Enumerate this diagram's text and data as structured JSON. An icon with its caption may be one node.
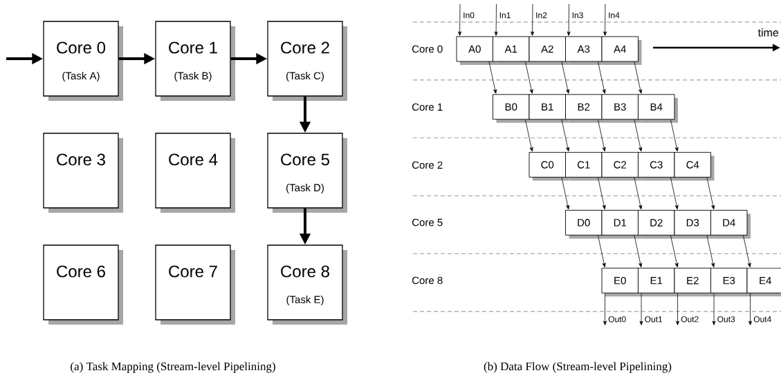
{
  "diagram": {
    "nodes": [
      {
        "text": [
          "Core 0",
          "(Task A)"
        ]
      },
      {
        "text": [
          "Core 1",
          "(Task B)"
        ]
      },
      {
        "text": [
          "Core 2",
          "(Task C)"
        ]
      },
      {
        "text": [
          "Core 3"
        ]
      },
      {
        "text": [
          "Core 4"
        ]
      },
      {
        "text": [
          "Core 5",
          "(Task D)"
        ]
      },
      {
        "text": [
          "Core 6"
        ]
      },
      {
        "text": [
          "Core 7"
        ]
      },
      {
        "text": [
          "Core 8",
          "(Task E)"
        ]
      },
      {
        "text": [
          "A0"
        ]
      },
      {
        "text": [
          "A1"
        ]
      },
      {
        "text": [
          "A2"
        ]
      },
      {
        "text": [
          "A3"
        ]
      },
      {
        "text": [
          "A4"
        ]
      },
      {
        "text": [
          "B0"
        ]
      },
      {
        "text": [
          "B1"
        ]
      },
      {
        "text": [
          "B2"
        ]
      },
      {
        "text": [
          "B3"
        ]
      },
      {
        "text": [
          "B4"
        ]
      },
      {
        "text": [
          "C0"
        ]
      },
      {
        "text": [
          "C1"
        ]
      },
      {
        "text": [
          "C2"
        ]
      },
      {
        "text": [
          "C3"
        ]
      },
      {
        "text": [
          "C4"
        ]
      },
      {
        "text": [
          "D0"
        ]
      },
      {
        "text": [
          "D1"
        ]
      },
      {
        "text": [
          "D2"
        ]
      },
      {
        "text": [
          "D3"
        ]
      },
      {
        "text": [
          "D4"
        ]
      },
      {
        "text": [
          "E0"
        ]
      },
      {
        "text": [
          "E1"
        ]
      },
      {
        "text": [
          "E2"
        ]
      },
      {
        "text": [
          "E3"
        ]
      },
      {
        "text": [
          "E4"
        ]
      }
    ],
    "edges": [
      {
        "from": null,
        "to": 0,
        "arrow": "to",
        "style": "thick"
      },
      {
        "from": 0,
        "to": 1,
        "arrow": "to",
        "style": "thick"
      },
      {
        "from": 1,
        "to": 2,
        "arrow": "to",
        "style": "thick"
      },
      {
        "from": 2,
        "to": 5,
        "arrow": "to",
        "style": "thick"
      },
      {
        "from": 5,
        "to": 8,
        "arrow": "to",
        "style": "thick"
      },
      {
        "from": null,
        "to": 9,
        "arrow": "to",
        "label": "In0"
      },
      {
        "from": null,
        "to": 10,
        "arrow": "to",
        "label": "In1"
      },
      {
        "from": null,
        "to": 11,
        "arrow": "to",
        "label": "In2"
      },
      {
        "from": null,
        "to": 12,
        "arrow": "to",
        "label": "In3"
      },
      {
        "from": null,
        "to": 13,
        "arrow": "to",
        "label": "In4"
      },
      {
        "from": 9,
        "to": 14,
        "arrow": "to"
      },
      {
        "from": 10,
        "to": 15,
        "arrow": "to"
      },
      {
        "from": 11,
        "to": 16,
        "arrow": "to"
      },
      {
        "from": 12,
        "to": 17,
        "arrow": "to"
      },
      {
        "from": 13,
        "to": 18,
        "arrow": "to"
      },
      {
        "from": 14,
        "to": 19,
        "arrow": "to"
      },
      {
        "from": 15,
        "to": 20,
        "arrow": "to"
      },
      {
        "from": 16,
        "to": 21,
        "arrow": "to"
      },
      {
        "from": 17,
        "to": 22,
        "arrow": "to"
      },
      {
        "from": 18,
        "to": 23,
        "arrow": "to"
      },
      {
        "from": 19,
        "to": 24,
        "arrow": "to"
      },
      {
        "from": 20,
        "to": 25,
        "arrow": "to"
      },
      {
        "from": 21,
        "to": 26,
        "arrow": "to"
      },
      {
        "from": 22,
        "to": 27,
        "arrow": "to"
      },
      {
        "from": 23,
        "to": 28,
        "arrow": "to"
      },
      {
        "from": 24,
        "to": 29,
        "arrow": "to"
      },
      {
        "from": 25,
        "to": 30,
        "arrow": "to"
      },
      {
        "from": 26,
        "to": 31,
        "arrow": "to"
      },
      {
        "from": 27,
        "to": 32,
        "arrow": "to"
      },
      {
        "from": 28,
        "to": 33,
        "arrow": "to"
      },
      {
        "from": 29,
        "to": null,
        "arrow": "to",
        "label": "Out0"
      },
      {
        "from": 30,
        "to": null,
        "arrow": "to",
        "label": "Out1"
      },
      {
        "from": 31,
        "to": null,
        "arrow": "to",
        "label": "Out2"
      },
      {
        "from": 32,
        "to": null,
        "arrow": "to",
        "label": "Out3"
      },
      {
        "from": 33,
        "to": null,
        "arrow": "to",
        "label": "Out4"
      }
    ],
    "labels": [
      "time",
      "Core 0",
      "Core 1",
      "Core 2",
      "Core 5",
      "Core 8",
      "(a) Task Mapping (Stream-level Pipelining)",
      "(b) Data Flow (Stream-level Pipelining)"
    ]
  }
}
